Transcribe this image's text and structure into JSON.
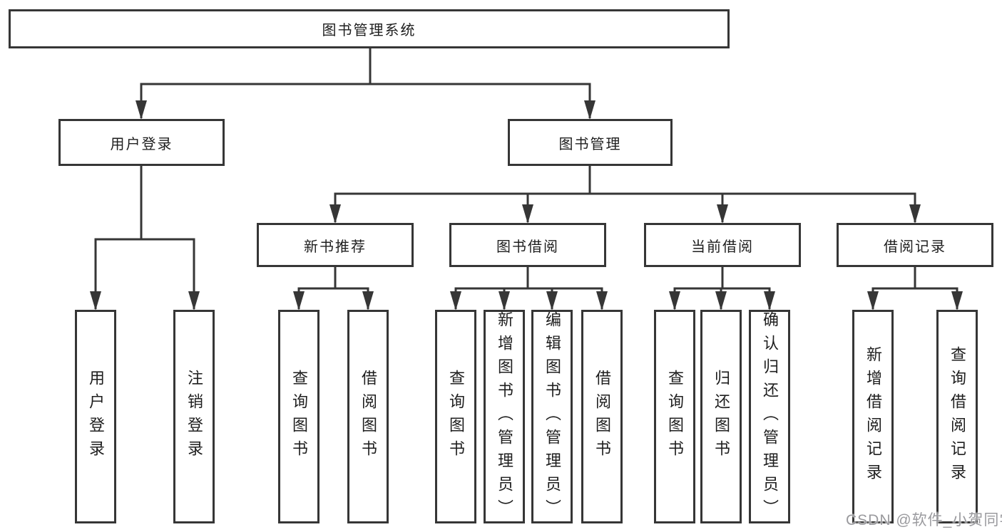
{
  "tree": {
    "root": {
      "label": "图书管理系统"
    },
    "branches": [
      {
        "label": "用户登录",
        "children": [
          {
            "label": "用户登录"
          },
          {
            "label": "注销登录"
          }
        ]
      },
      {
        "label": "图书管理",
        "children": [
          {
            "label": "新书推荐",
            "children": [
              {
                "label": "查询图书"
              },
              {
                "label": "借阅图书"
              }
            ]
          },
          {
            "label": "图书借阅",
            "children": [
              {
                "label": "查询图书"
              },
              {
                "label": "新增图书（管理员）"
              },
              {
                "label": "编辑图书（管理员）"
              },
              {
                "label": "借阅图书"
              }
            ]
          },
          {
            "label": "当前借阅",
            "children": [
              {
                "label": "查询图书"
              },
              {
                "label": "归还图书"
              },
              {
                "label": "确认归还（管理员）"
              }
            ]
          },
          {
            "label": "借阅记录",
            "children": [
              {
                "label": "新增借阅记录"
              },
              {
                "label": "查询借阅记录"
              }
            ]
          }
        ]
      }
    ]
  },
  "watermark": {
    "text": "CSDN @软件_小贺同学"
  },
  "colors": {
    "line": "#363636",
    "box_border": "#363636",
    "text": "#1e1e1e",
    "background": "#ffffff",
    "watermark": "#919196"
  }
}
